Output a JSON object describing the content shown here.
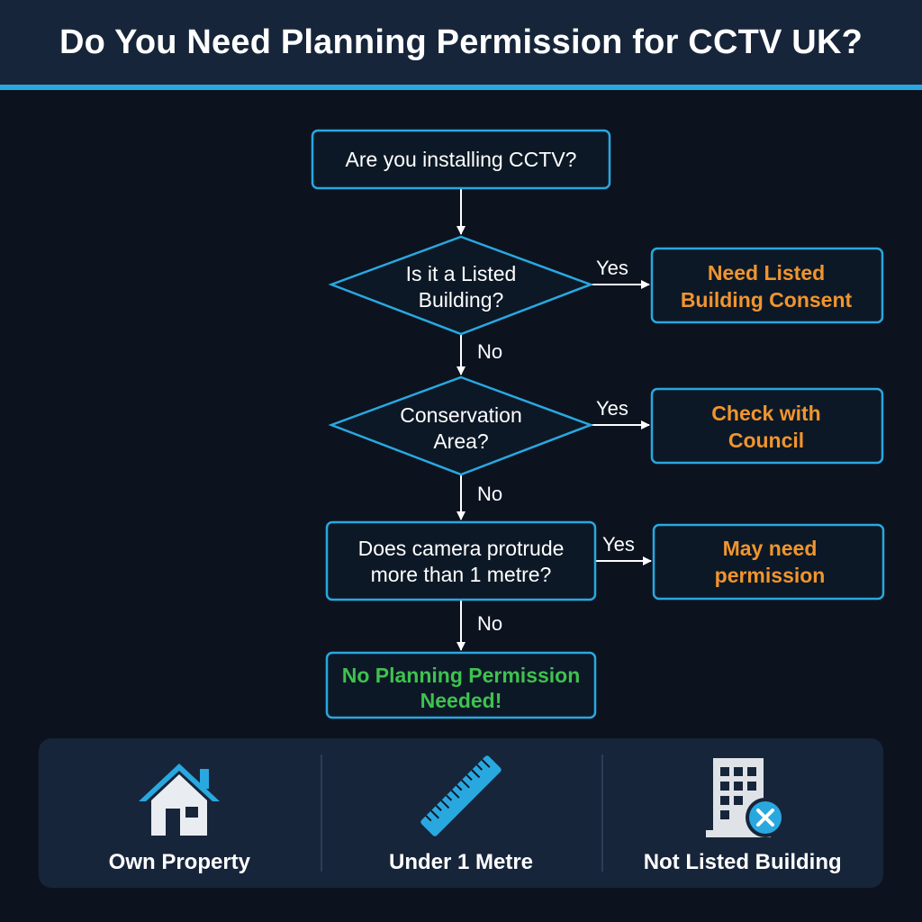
{
  "title": "Do You Need Planning Permission for CCTV UK?",
  "flowchart": {
    "start": "Are you installing CCTV?",
    "q_listed": [
      "Is it a Listed",
      "Building?"
    ],
    "q_conservation": [
      "Conservation",
      "Area?"
    ],
    "q_protrude": [
      "Does camera protrude",
      "more than 1 metre?"
    ],
    "out_listed": [
      "Need Listed",
      "Building Consent"
    ],
    "out_conservation": [
      "Check with",
      "Council"
    ],
    "out_protrude": [
      "May need",
      "permission"
    ],
    "result": [
      "No Planning Permission",
      "Needed!"
    ],
    "yes_label": "Yes",
    "no_label": "No"
  },
  "footer": {
    "items": [
      {
        "label": "Own Property",
        "icon": "house-icon"
      },
      {
        "label": "Under 1 Metre",
        "icon": "ruler-icon"
      },
      {
        "label": "Not Listed Building",
        "icon": "building-x-icon"
      }
    ]
  },
  "colors": {
    "accent": "#29a8e0",
    "outcome": "#f0952e",
    "success": "#3ec24f"
  }
}
